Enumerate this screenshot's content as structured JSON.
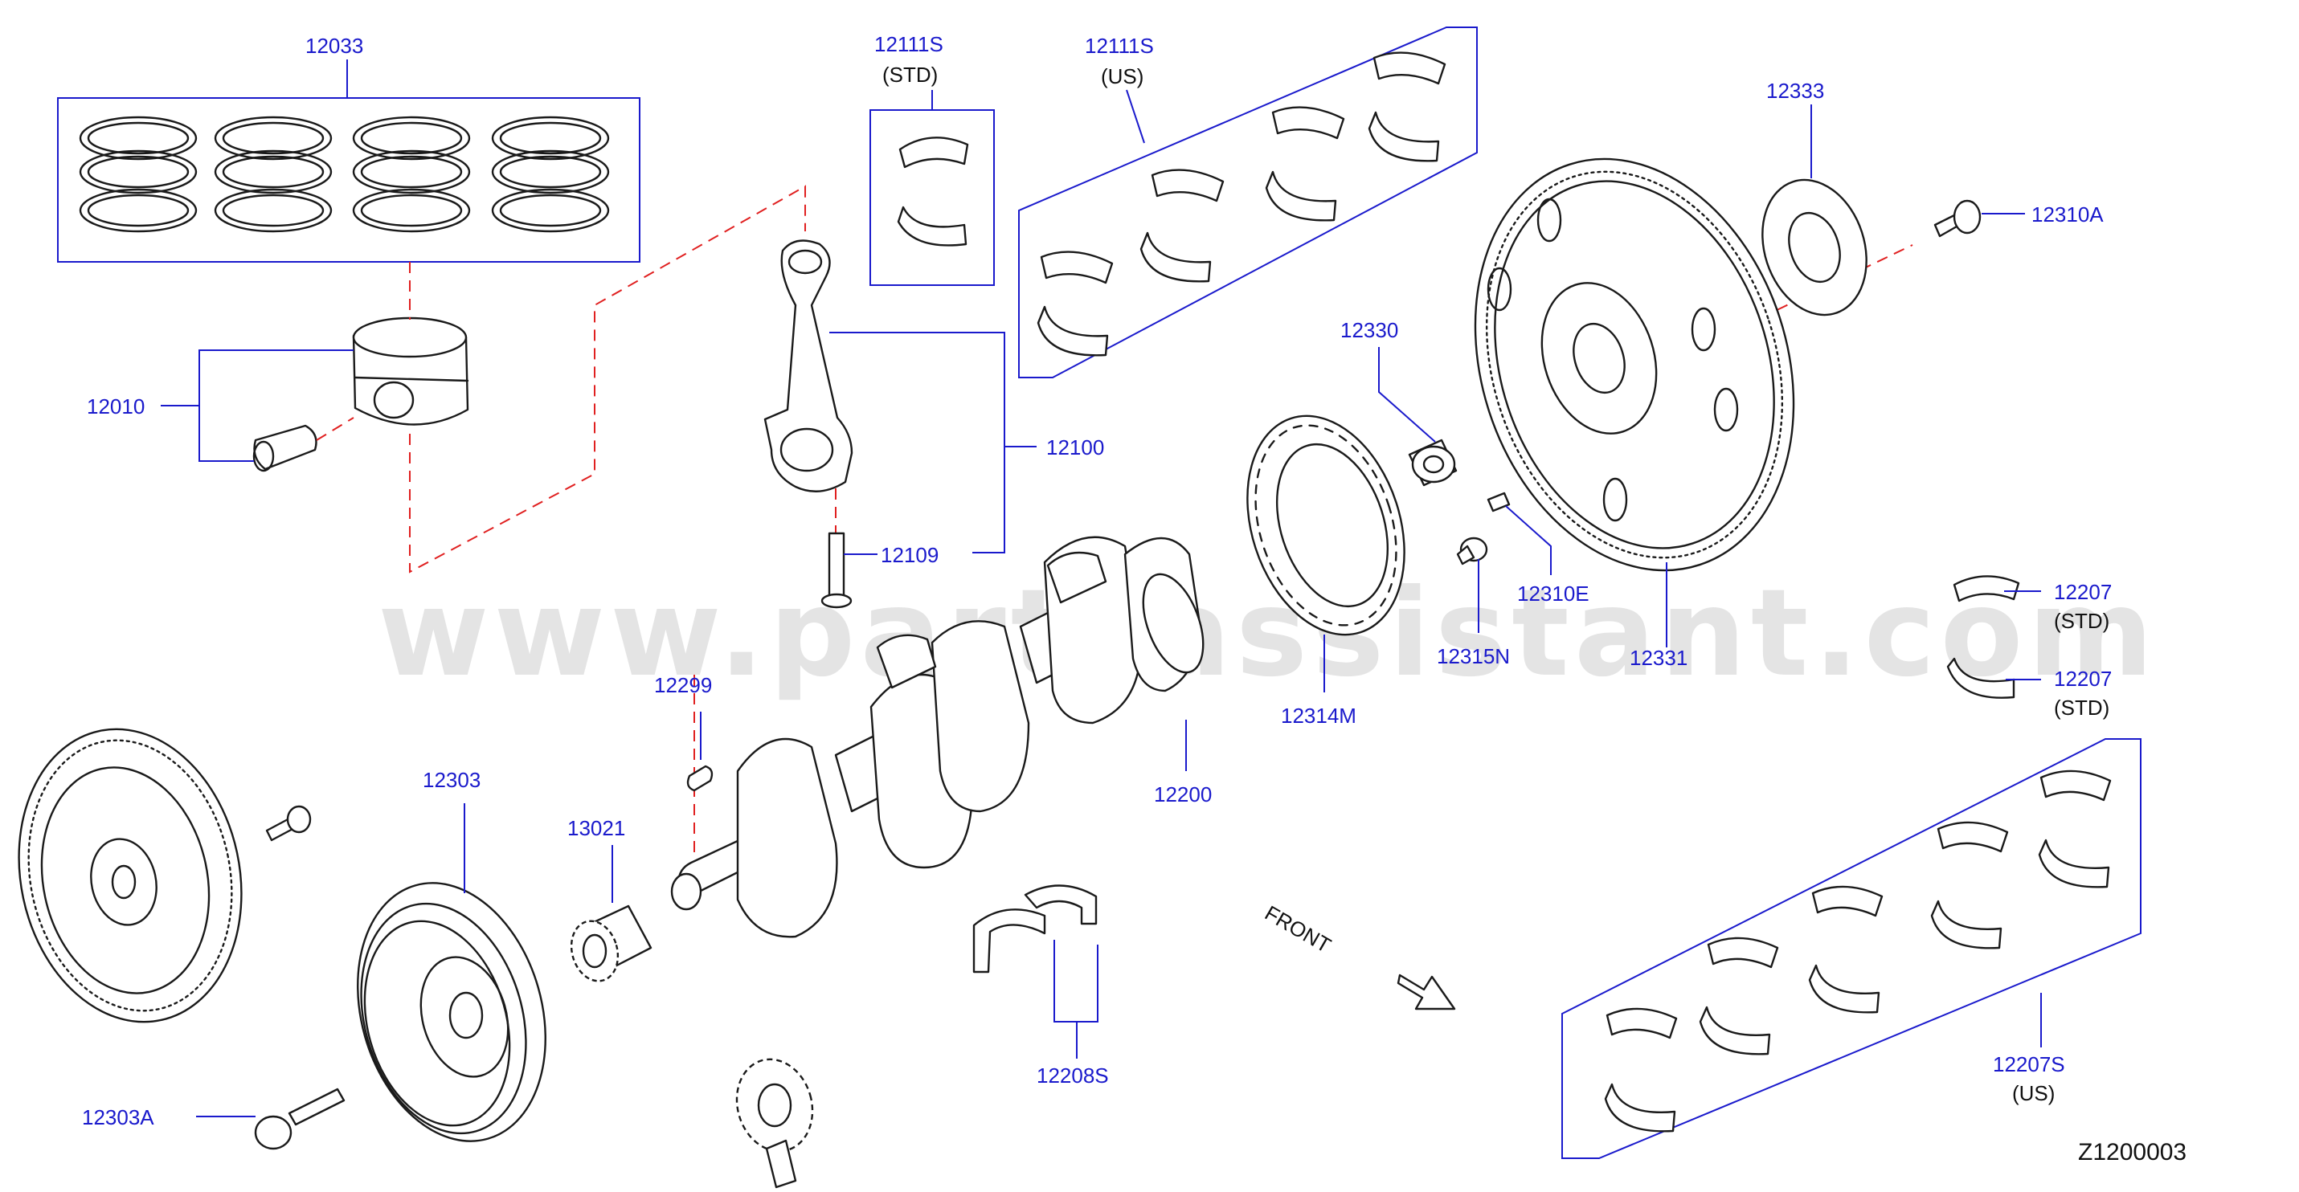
{
  "diagram": {
    "code": "Z1200003",
    "watermark": "www.partsassistant.com",
    "front_label": "FRONT",
    "colors": {
      "part_number": "#1a1acc",
      "centerline": "#e02020",
      "line": "#1a1a1a"
    }
  },
  "parts": {
    "p12033": "12033",
    "p12111s_std": "12111S",
    "p12111s_std_note": "(STD)",
    "p12111s_us": "12111S",
    "p12111s_us_note": "(US)",
    "p12333": "12333",
    "p12310a": "12310A",
    "p12330": "12330",
    "p12010": "12010",
    "p12100": "12100",
    "p12109": "12109",
    "p12310e": "12310E",
    "p12315n": "12315N",
    "p12331": "12331",
    "p12207_a": "12207",
    "p12207_a_note": "(STD)",
    "p12207_b": "12207",
    "p12207_b_note": "(STD)",
    "p12299": "12299",
    "p12314m": "12314M",
    "p12200": "12200",
    "p12303": "12303",
    "p13021": "13021",
    "p12208s": "12208S",
    "p12207s": "12207S",
    "p12207s_note": "(US)",
    "p12303a": "12303A"
  }
}
